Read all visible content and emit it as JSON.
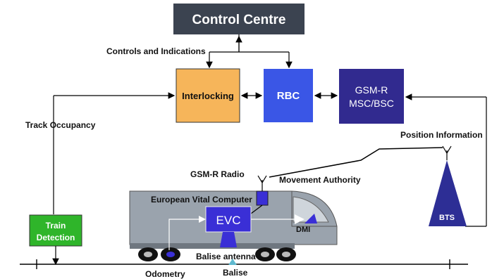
{
  "boxes": {
    "control_centre": "Control Centre",
    "interlocking": "Interlocking",
    "rbc": "RBC",
    "gsmr_line1": "GSM-R",
    "gsmr_line2": "MSC/BSC",
    "train_detection_line1": "Train",
    "train_detection_line2": "Detection",
    "evc": "EVC",
    "bts": "BTS"
  },
  "labels": {
    "controls_indications": "Controls and Indications",
    "track_occupancy": "Track Occupancy",
    "position_information": "Position Information",
    "gsmr_radio": "GSM-R Radio",
    "movement_authority": "Movement Authority",
    "european_vital_computer": "European Vital Computer",
    "dmi": "DMI",
    "balise_antenna": "Balise antenna",
    "odometry": "Odometry",
    "balise": "Balise"
  },
  "colors": {
    "control_centre": "#3b4350",
    "interlocking": "#f6b55a",
    "rbc": "#3a56e6",
    "gsmr": "#312a8f",
    "train_detection": "#2fb52a",
    "train_body": "#9aa3ad",
    "evc": "#3a2fd6",
    "bts": "#2d2e95",
    "balise": "#5fb9cf"
  }
}
